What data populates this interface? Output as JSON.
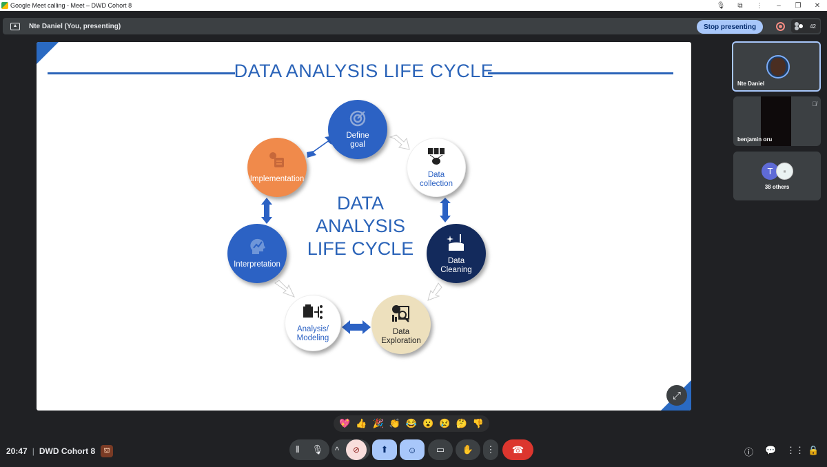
{
  "window": {
    "title": "Google Meet calling - Meet – DWD Cohort 8"
  },
  "present_bar": {
    "presenter": "Nte Daniel (You, presenting)",
    "stop_label": "Stop presenting",
    "participant_count": "42"
  },
  "slide": {
    "title": "DATA ANALYSIS LIFE CYCLE",
    "center_lines": [
      "DATA",
      "ANALYSIS",
      "LIFE CYCLE"
    ],
    "nodes": {
      "define": {
        "line1": "Define",
        "line2": "goal",
        "color": "#2c62c4"
      },
      "collection": {
        "line1": "Data",
        "line2": "collection",
        "color": "#ffffff"
      },
      "cleaning": {
        "line1": "Data",
        "line2": "Cleaning",
        "color": "#132a5c"
      },
      "exploration": {
        "line1": "Data",
        "line2": "Exploration",
        "color": "#ede0bd"
      },
      "modeling": {
        "line1": "Analysis/",
        "line2": "Modeling",
        "color": "#ffffff"
      },
      "interpretation": {
        "line1": "Interpretation",
        "color": "#2c62c4"
      },
      "implementation": {
        "line1": "Implementation",
        "color": "#f08a4b"
      }
    }
  },
  "participants": {
    "tile1": {
      "name": "Nte Daniel"
    },
    "tile2": {
      "name": "benjamin oru"
    },
    "tile3": {
      "initial": "T",
      "others": "38 others"
    }
  },
  "reactions": [
    "💖",
    "👍",
    "🎉",
    "👏",
    "😂",
    "😮",
    "😢",
    "🤔",
    "👎"
  ],
  "bottom": {
    "time": "20:47",
    "meeting_name": "DWD Cohort 8"
  },
  "colors": {
    "accent": "#a8c7fa",
    "end_call": "#dc362e",
    "slide_blue": "#2a63b8"
  }
}
